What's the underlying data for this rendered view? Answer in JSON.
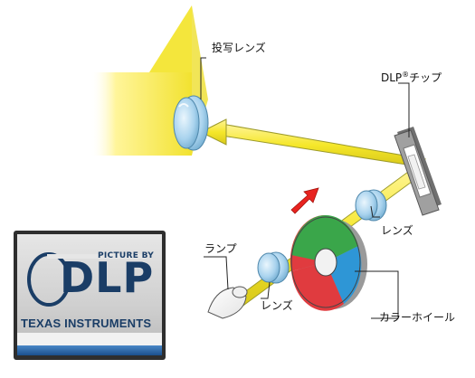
{
  "labels": {
    "projection_lens": "投写レンズ",
    "dlp_chip_prefix": "DLP",
    "dlp_chip_reg": "®",
    "dlp_chip_suffix": "チップ",
    "lamp": "ランプ",
    "lens_upper": "レンズ",
    "lens_lower": "レンズ",
    "color_wheel": "カラーホイール"
  },
  "logo": {
    "picture_by": "PICTURE BY",
    "brand": "DLP",
    "reg_mark": "®",
    "company": "TEXAS INSTRUMENTS"
  },
  "colors": {
    "light_beam": "#f5e72a",
    "projection_light": "#f2e646",
    "wheel_red": "#e03b3f",
    "wheel_green": "#3aa64a",
    "wheel_blue": "#2e96d6",
    "wheel_clear": "#d8d8d8",
    "lens_glass": "#a9d3ee",
    "chip_frame": "#9a9a9a",
    "rotation_arrow": "#e8231f",
    "logo_navy": "#1a3d66"
  }
}
